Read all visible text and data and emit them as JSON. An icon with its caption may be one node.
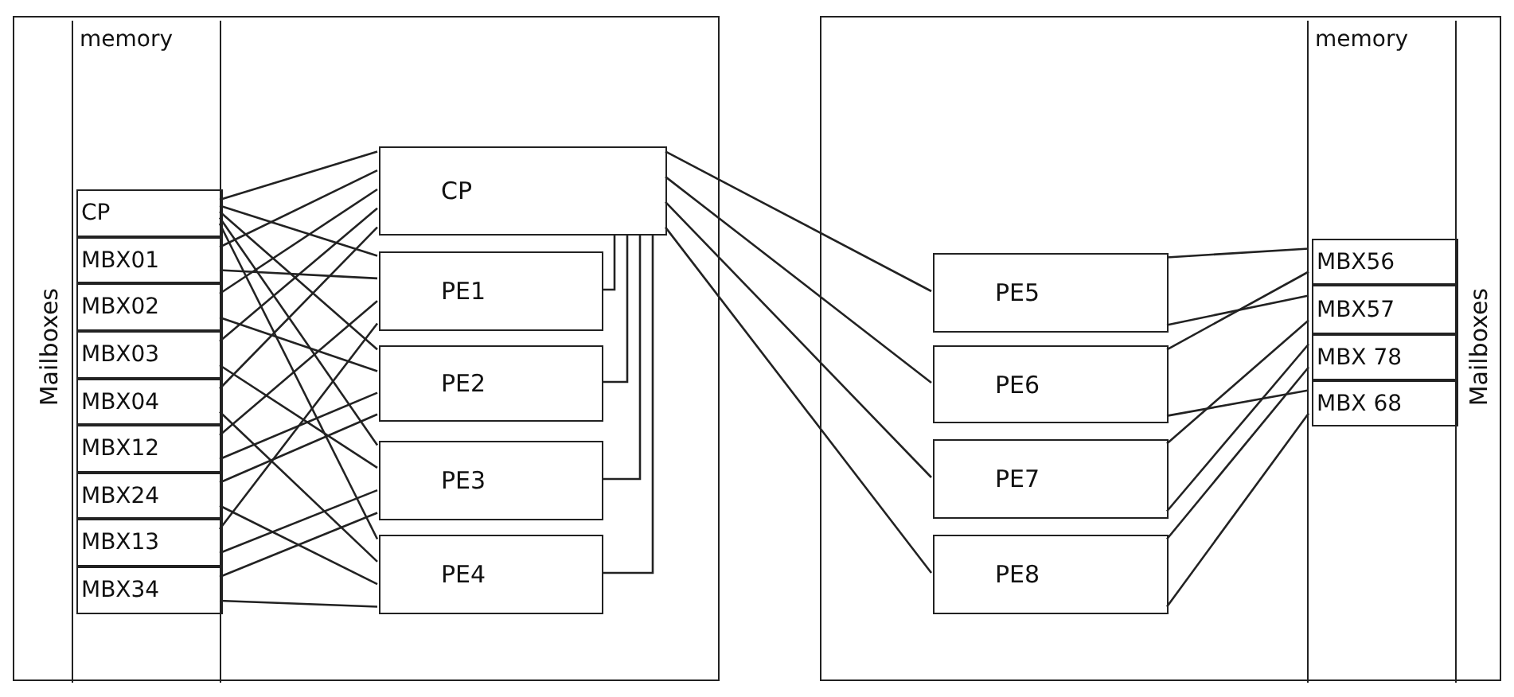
{
  "diagram": {
    "nodes": [
      {
        "text": [],
        "shape": "box"
      },
      {
        "text": [
          "memory",
          "Mailboxes"
        ],
        "in": 0
      },
      {
        "text": [
          "CP"
        ],
        "in": 1
      },
      {
        "text": [
          "MBX01"
        ],
        "in": 1
      },
      {
        "text": [
          "MBX02"
        ],
        "in": 1
      },
      {
        "text": [
          "MBX03"
        ],
        "in": 1
      },
      {
        "text": [
          "MBX04"
        ],
        "in": 1
      },
      {
        "text": [
          "MBX12"
        ],
        "in": 1
      },
      {
        "text": [
          "MBX24"
        ],
        "in": 1
      },
      {
        "text": [
          "MBX13"
        ],
        "in": 1
      },
      {
        "text": [
          "MBX34"
        ],
        "in": 1
      },
      {
        "text": [
          "CP"
        ],
        "in": 0
      },
      {
        "text": [
          "PE1"
        ],
        "in": 0
      },
      {
        "text": [
          "PE2"
        ],
        "in": 0
      },
      {
        "text": [
          "PE3"
        ],
        "in": 0
      },
      {
        "text": [
          "PE4"
        ],
        "in": 0
      },
      {
        "text": [],
        "shape": "box"
      },
      {
        "text": [
          "PE5"
        ],
        "in": 16
      },
      {
        "text": [
          "PE6"
        ],
        "in": 16
      },
      {
        "text": [
          "PE7"
        ],
        "in": 16
      },
      {
        "text": [
          "PE8"
        ],
        "in": 16
      },
      {
        "text": [
          "memory",
          "Mailboxes"
        ],
        "in": 16
      },
      {
        "text": [
          "MBX56"
        ],
        "in": 21
      },
      {
        "text": [
          "MBX57"
        ],
        "in": 21
      },
      {
        "text": [
          "MBX 78"
        ],
        "in": 21
      },
      {
        "text": [
          "MBX 68"
        ],
        "in": 21
      }
    ],
    "edges": [
      {
        "from": 2,
        "to": 11,
        "arrow": "none"
      },
      {
        "from": 2,
        "to": 12,
        "arrow": "none"
      },
      {
        "from": 2,
        "to": 13,
        "arrow": "none"
      },
      {
        "from": 2,
        "to": 14,
        "arrow": "none"
      },
      {
        "from": 2,
        "to": 15,
        "arrow": "none"
      },
      {
        "from": 3,
        "to": 11,
        "arrow": "none"
      },
      {
        "from": 3,
        "to": 12,
        "arrow": "none"
      },
      {
        "from": 4,
        "to": 11,
        "arrow": "none"
      },
      {
        "from": 4,
        "to": 13,
        "arrow": "none"
      },
      {
        "from": 5,
        "to": 11,
        "arrow": "none"
      },
      {
        "from": 5,
        "to": 14,
        "arrow": "none"
      },
      {
        "from": 6,
        "to": 11,
        "arrow": "none"
      },
      {
        "from": 6,
        "to": 15,
        "arrow": "none"
      },
      {
        "from": 7,
        "to": 12,
        "arrow": "none"
      },
      {
        "from": 7,
        "to": 13,
        "arrow": "none"
      },
      {
        "from": 8,
        "to": 13,
        "arrow": "none"
      },
      {
        "from": 8,
        "to": 15,
        "arrow": "none"
      },
      {
        "from": 9,
        "to": 12,
        "arrow": "none"
      },
      {
        "from": 9,
        "to": 14,
        "arrow": "none"
      },
      {
        "from": 10,
        "to": 14,
        "arrow": "none"
      },
      {
        "from": 10,
        "to": 15,
        "arrow": "none"
      },
      {
        "from": 11,
        "to": 12,
        "arrow": "none"
      },
      {
        "from": 11,
        "to": 13,
        "arrow": "none"
      },
      {
        "from": 11,
        "to": 14,
        "arrow": "none"
      },
      {
        "from": 11,
        "to": 15,
        "arrow": "none"
      },
      {
        "from": 11,
        "to": 17,
        "arrow": "none"
      },
      {
        "from": 11,
        "to": 18,
        "arrow": "none"
      },
      {
        "from": 11,
        "to": 19,
        "arrow": "none"
      },
      {
        "from": 11,
        "to": 20,
        "arrow": "none"
      },
      {
        "from": 17,
        "to": 22,
        "arrow": "none"
      },
      {
        "from": 17,
        "to": 23,
        "arrow": "none"
      },
      {
        "from": 18,
        "to": 22,
        "arrow": "none"
      },
      {
        "from": 18,
        "to": 25,
        "arrow": "none"
      },
      {
        "from": 19,
        "to": 23,
        "arrow": "none"
      },
      {
        "from": 19,
        "to": 24,
        "arrow": "none"
      },
      {
        "from": 20,
        "to": 24,
        "arrow": "none"
      },
      {
        "from": 20,
        "to": 25,
        "arrow": "none"
      }
    ]
  }
}
